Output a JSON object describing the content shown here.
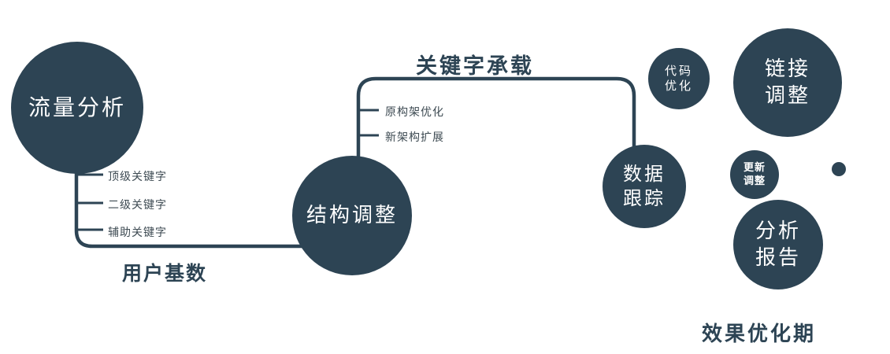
{
  "colors": {
    "primary": "#2d4454",
    "branch-text": "#3d4a52",
    "node-text": "#ffffff",
    "background": "#ffffff"
  },
  "nodes": {
    "traffic_analysis": {
      "label": "流量分析"
    },
    "structure_adjust": {
      "label": "结构调整"
    },
    "data_tracking": {
      "label": "数据\n跟踪"
    },
    "code_optimize": {
      "label": "代码\n优化"
    },
    "link_adjust": {
      "label": "链接\n调整"
    },
    "update_adjust": {
      "label": "更新\n调整"
    },
    "analysis_report": {
      "label": "分析\n报告"
    }
  },
  "edge_labels": {
    "user_base": "用户基数",
    "keyword_carry": "关键字承载"
  },
  "branches": {
    "traffic": [
      "顶级关键字",
      "二级关键字",
      "辅助关键字"
    ],
    "structure": [
      "原构架优化",
      "新架构扩展"
    ]
  },
  "caption": "效果优化期"
}
